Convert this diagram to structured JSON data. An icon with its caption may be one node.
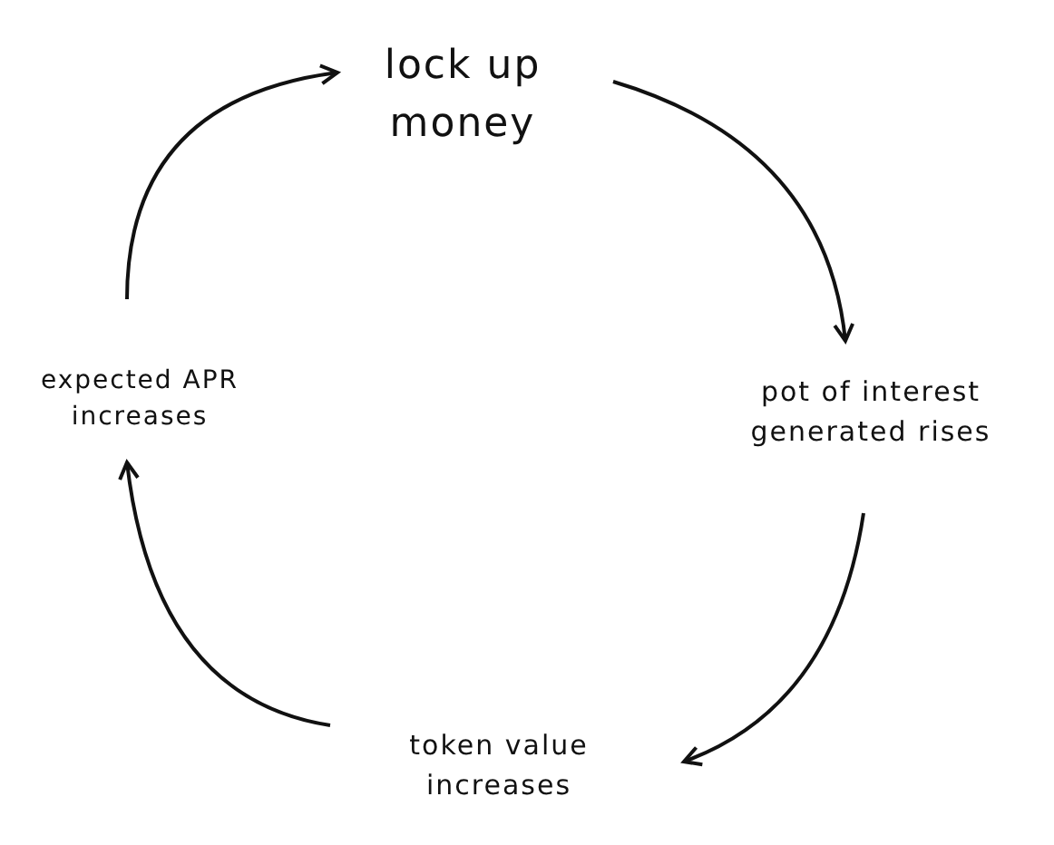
{
  "diagram": {
    "nodes": [
      {
        "text": [
          "lock up money"
        ]
      },
      {
        "text": [
          "pot of interest generated rises"
        ]
      },
      {
        "text": [
          "token value increases"
        ]
      },
      {
        "text": [
          "expected APR increases"
        ]
      }
    ],
    "edges": [
      {
        "from": 0,
        "to": 1,
        "arrow": "to"
      },
      {
        "from": 1,
        "to": 2,
        "arrow": "to"
      },
      {
        "from": 2,
        "to": 3,
        "arrow": "to"
      },
      {
        "from": 3,
        "to": 0,
        "arrow": "to"
      }
    ]
  }
}
